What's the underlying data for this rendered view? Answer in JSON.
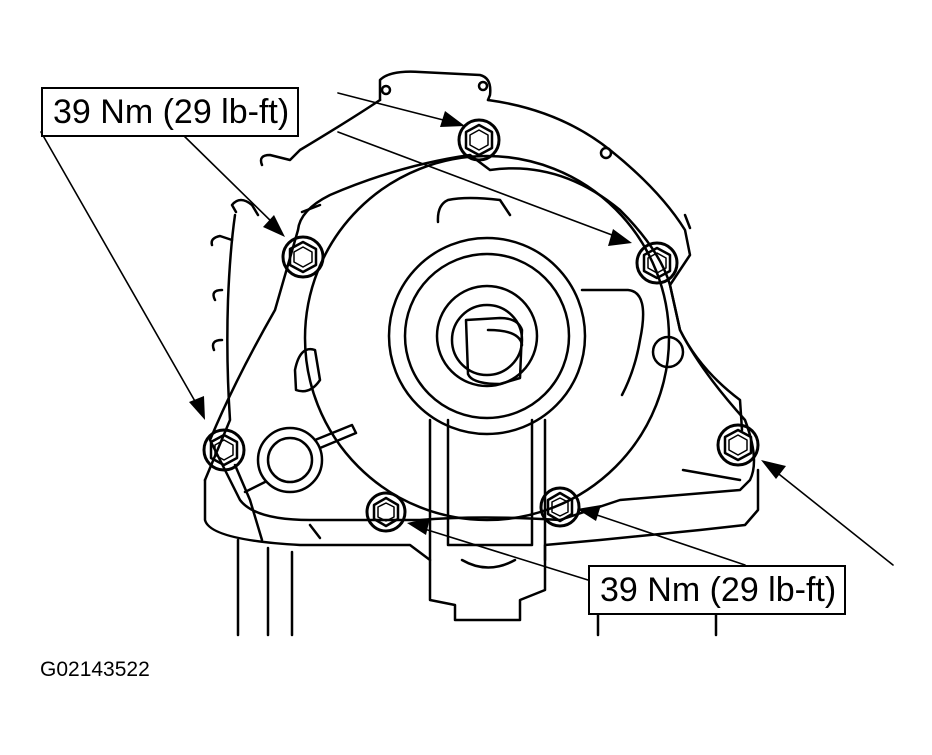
{
  "callouts": {
    "top": "39 Nm (29 lb-ft)",
    "bottom": "39 Nm (29 lb-ft)"
  },
  "figure_id": "G02143522"
}
